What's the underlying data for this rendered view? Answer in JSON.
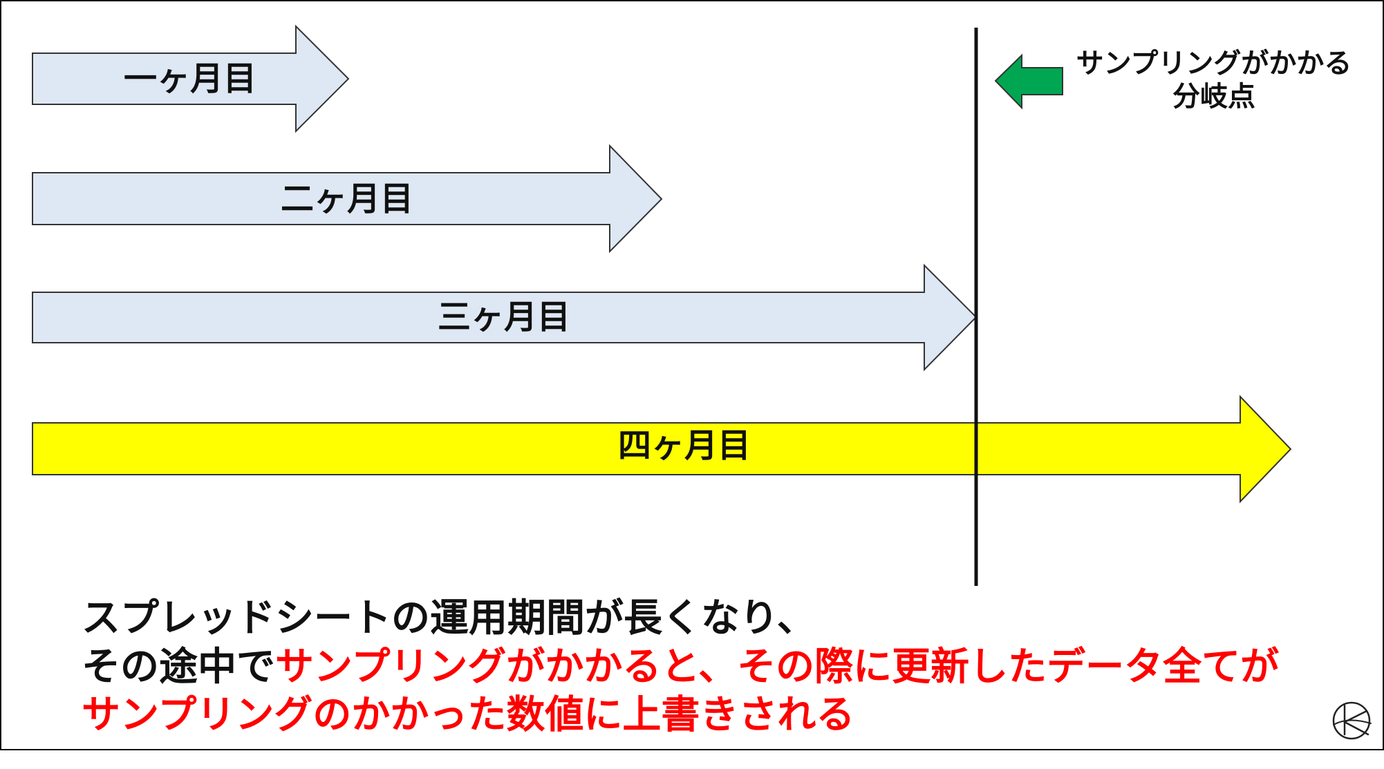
{
  "arrows": [
    {
      "label": "一ヶ月目",
      "fill": "#DEE8F4"
    },
    {
      "label": "二ヶ月目",
      "fill": "#DEE8F4"
    },
    {
      "label": "三ヶ月目",
      "fill": "#DEE8F4"
    },
    {
      "label": "四ヶ月目",
      "fill": "#FFFF00"
    }
  ],
  "callout": {
    "line1": "サンプリングがかかる",
    "line2": "分岐点",
    "arrow_color": "#00A651"
  },
  "caption": {
    "line1": "スプレッドシートの運用期間が長くなり、",
    "line2_black": "その途中で",
    "line2_red": "サンプリングがかかると、その際に更新したデータ全てが",
    "line3_red": "サンプリングのかかった数値に上書きされる"
  },
  "colors": {
    "text": "#111111",
    "highlight": "#FF0000",
    "arrow_outline": "#333333",
    "line": "#111111"
  },
  "logo_icon": "author-signature-logo"
}
